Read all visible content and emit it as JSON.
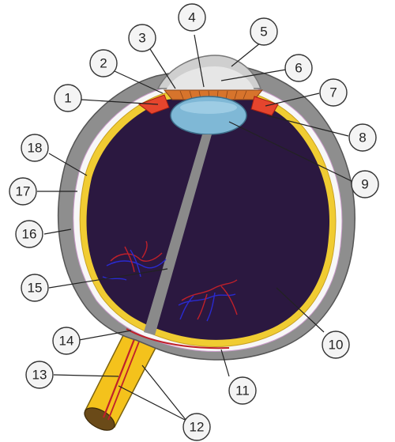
{
  "diagram": {
    "labels": [
      "1",
      "2",
      "3",
      "4",
      "5",
      "6",
      "7",
      "8",
      "9",
      "10",
      "11",
      "12",
      "13",
      "14",
      "15",
      "16",
      "17",
      "18"
    ]
  },
  "colors": {
    "sclera": "#8e8e8e",
    "choroid": "#f7f7f7",
    "retina": "#f0cc32",
    "vitreous": "#2b1840",
    "lens": "#7fb8d6",
    "iris": "#e5452d",
    "cornea": "#cfcfcf",
    "aqueous": "#e6e6e6",
    "optic_nerve": "#f4c21c",
    "vessel_red": "#c0202a",
    "vessel_blue": "#2a2ad0",
    "hyaloid_canal": "#8a8a8a"
  }
}
